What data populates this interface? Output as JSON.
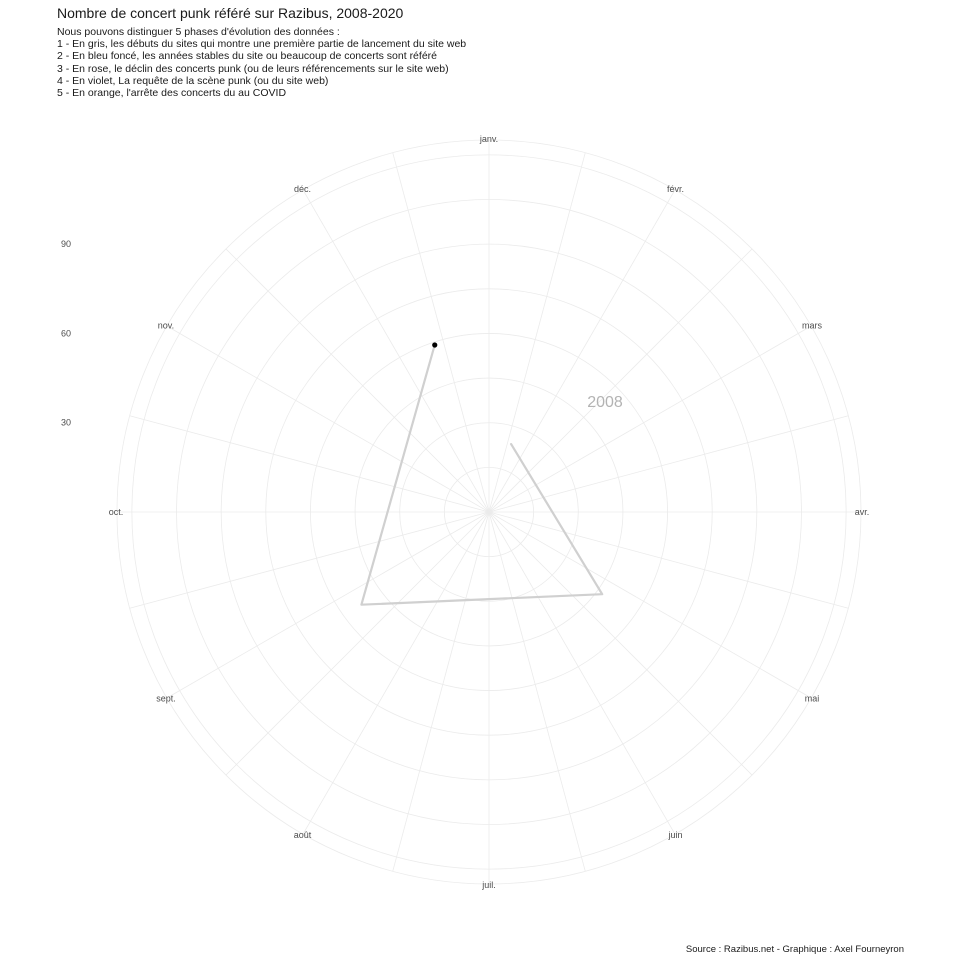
{
  "title": "Nombre de concert punk référé sur Razibus, 2008-2020",
  "subtitle": [
    "Nous pouvons distinguer 5 phases d'évolution des données :",
    "1 - En gris, les débuts du sites qui montre une première partie de lancement du site web",
    "2 - En bleu foncé, les années stables du site ou beaucoup de concerts sont référé",
    "3 - En rose, le déclin des concerts punk (ou de leurs référencements sur le site web)",
    "4 - En violet, La requête de la scène punk (ou du site web)",
    "5 - En orange, l'arrête des concerts du au COVID"
  ],
  "caption": "Source : Razibus.net -  Graphique : Axel Fourneyron",
  "colors": {
    "grid": "#ebebeb",
    "series": "#d0d0d0",
    "point": "#000000",
    "year": "#b3b3b3"
  },
  "chart_data": {
    "type": "line",
    "coord": "polar",
    "year_label": "2008",
    "categories": [
      "janv.",
      "févr.",
      "mars",
      "avr.",
      "mai",
      "juin",
      "juil.",
      "août",
      "sept.",
      "oct.",
      "nov.",
      "déc."
    ],
    "r_ticks": [
      30,
      60,
      90
    ],
    "r_max": 125,
    "series": [
      {
        "x": [
          0.05,
          0.35,
          0.65,
          0.95
        ],
        "y": [
          24,
          47,
          53,
          59
        ]
      }
    ],
    "grid": true
  }
}
